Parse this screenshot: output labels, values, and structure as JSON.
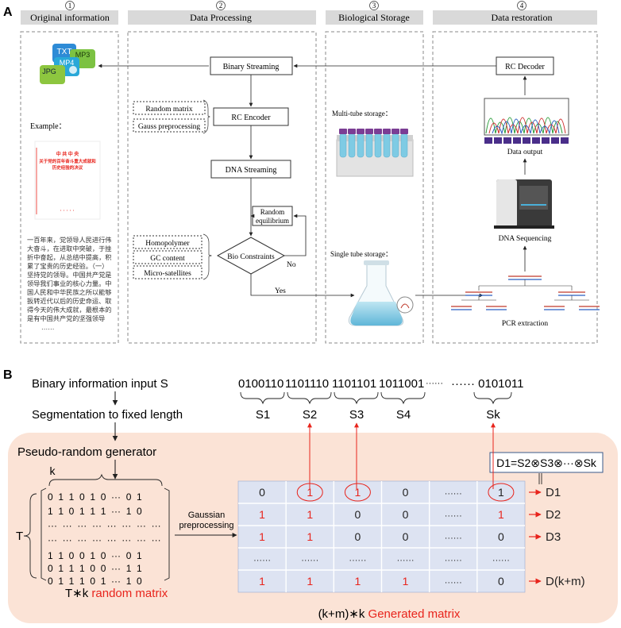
{
  "panel_a": {
    "label": "A",
    "sections": [
      {
        "number": "1",
        "title": "Original information"
      },
      {
        "number": "2",
        "title": "Data Processing"
      },
      {
        "number": "3",
        "title": "Biological Storage"
      },
      {
        "number": "4",
        "title": "Data restoration"
      }
    ],
    "file_types": [
      "TXT",
      "MP3",
      "MP4",
      "JPG"
    ],
    "example_label": "Example：",
    "doc_heading_1": "中 共 中 央",
    "doc_heading_2": "关于党的百年奋斗重大成就和",
    "doc_heading_3": "历史经验的决议",
    "example_text": [
      "一百年来，党领导人民进行伟",
      "大奋斗，在进取中突破，于挫",
      "折中奋起，从总结中提高，积",
      "累了宝贵的历史经验。（一）",
      "坚持党的领导。中国共产党是",
      "领导我们事业的核心力量。中",
      "国人民和中华民族之所以能够",
      "扳转近代以后的历史命运、取",
      "得今天的伟大成就，最根本的",
      "是有中国共产党的坚强领导",
      "……"
    ],
    "binary_streaming": "Binary Streaming",
    "random_matrix": "Random matrix",
    "gauss_preprocessing": "Gauss preprocessing",
    "rc_encoder": "RC Encoder",
    "dna_streaming": "DNA Streaming",
    "random_equilibrium_1": "Random",
    "random_equilibrium_2": "equilibrium",
    "homopolymer": "Homopolymer",
    "gc_content": "GC content",
    "micro_satellites": "Micro-satellites",
    "bio_constraints": "Bio Constraints",
    "no_label": "No",
    "yes_label": "Yes",
    "multi_tube": "Multi-tube storage：",
    "single_tube": "Single tube storage：",
    "rc_decoder": "RC Decoder",
    "data_output": "Data output",
    "dna_sequencing": "DNA Sequencing",
    "pcr_extraction": "PCR extraction"
  },
  "panel_b": {
    "label": "B",
    "binary_input": "Binary information input  S",
    "segmentation": "Segmentation to fixed length",
    "pseudo_random": "Pseudo-random generator",
    "bit_segments": [
      "0100110",
      "1101110",
      "1101101",
      "1011001",
      "······",
      "······ 0101011"
    ],
    "segment_labels": [
      "S1",
      "S2",
      "S3",
      "S4",
      "Sk"
    ],
    "formula": "D1=S2⊗S3⊗···⊗Sk",
    "k_label": "k",
    "t_label": "T",
    "matrix_rows": [
      "0  1  1  0  1  0  ···  0  1",
      "1  1  0  1  1  1  ···  1  0",
      "···  ···  ···  ···  ···  ···  ···  ···",
      "···  ···  ···  ···  ···  ···  ···  ···",
      "1  1  0  0  1  0  ···  0  1",
      "0  1  1  1  0  0  ···  1  1",
      "0  1  1  1  0  1  ···  1  0"
    ],
    "matrix_caption_black": "T∗k ",
    "matrix_caption_red": "random matrix",
    "gaussian_1": "Gaussian",
    "gaussian_2": "preprocessing",
    "grid": [
      [
        "0",
        "1",
        "1",
        "0",
        "······",
        "1"
      ],
      [
        "1",
        "1",
        "0",
        "0",
        "······",
        "1"
      ],
      [
        "1",
        "1",
        "0",
        "0",
        "······",
        "0"
      ],
      [
        "······",
        "······",
        "······",
        "······",
        "······",
        "······"
      ],
      [
        "1",
        "1",
        "1",
        "1",
        "······",
        "0"
      ]
    ],
    "grid_red": [
      [
        false,
        true,
        true,
        false,
        false,
        false
      ],
      [
        true,
        true,
        false,
        false,
        false,
        true
      ],
      [
        true,
        true,
        false,
        false,
        false,
        false
      ],
      [
        false,
        false,
        false,
        false,
        false,
        false
      ],
      [
        true,
        true,
        true,
        true,
        false,
        false
      ]
    ],
    "row_labels": [
      "D1",
      "D2",
      "D3",
      "D(k+m)"
    ],
    "generated_caption_black": "(k+m)∗k ",
    "generated_caption_red": "Generated matrix"
  },
  "colors": {
    "red": "#e8241c",
    "peach_bg": "#fbe3d6",
    "grid_bg": "#dde3f2",
    "header_gray": "#d9d9d9",
    "dashed": "#888888"
  }
}
